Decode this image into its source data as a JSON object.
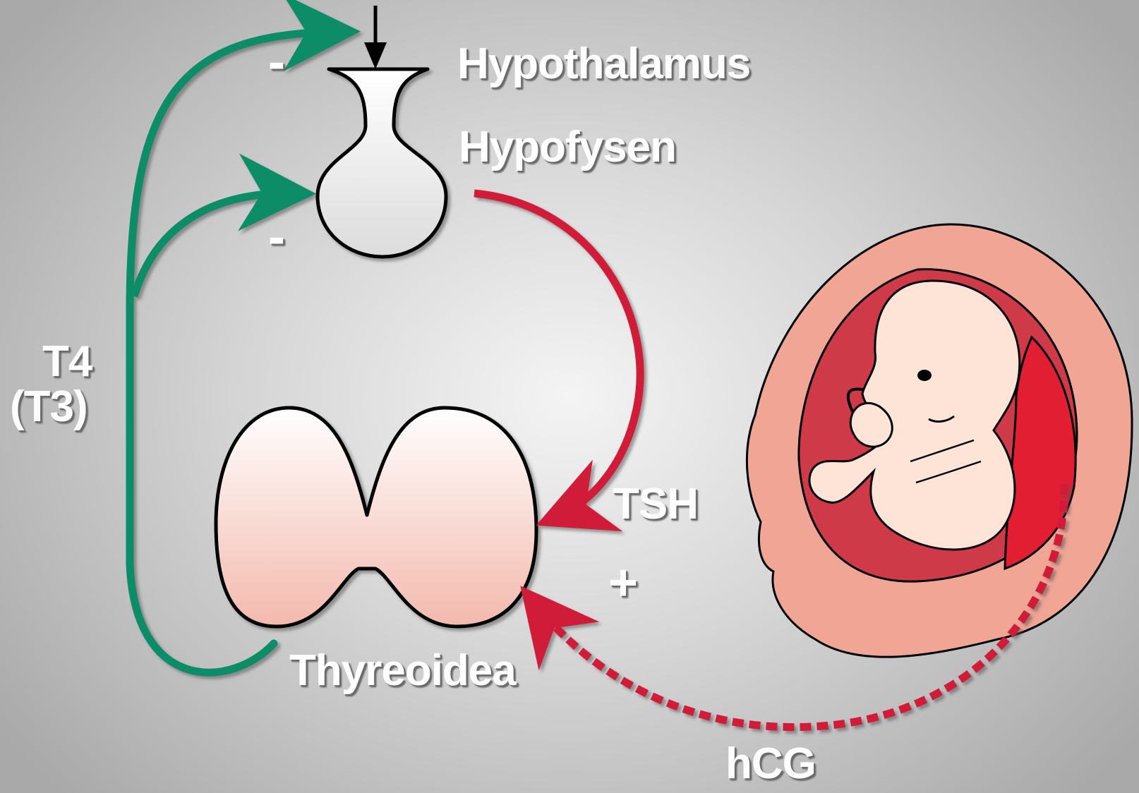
{
  "labels": {
    "hypothalamus": "Hypothalamus",
    "hypofysen": "Hypofysen",
    "thyreoidea": "Thyreoidea",
    "tsh": "TSH",
    "plus": "+",
    "hcg": "hCG",
    "t4": "T4",
    "t3": "(T3)",
    "minus_top": "-",
    "minus_bottom": "-"
  },
  "colors": {
    "feedback": "#0f8c68",
    "tsh": "#d01f37",
    "hcg": "#d01f37",
    "input": "#000000",
    "uterus": "#f0a595",
    "amnion": "#cf3a48",
    "fetus": "#fde4d6"
  }
}
